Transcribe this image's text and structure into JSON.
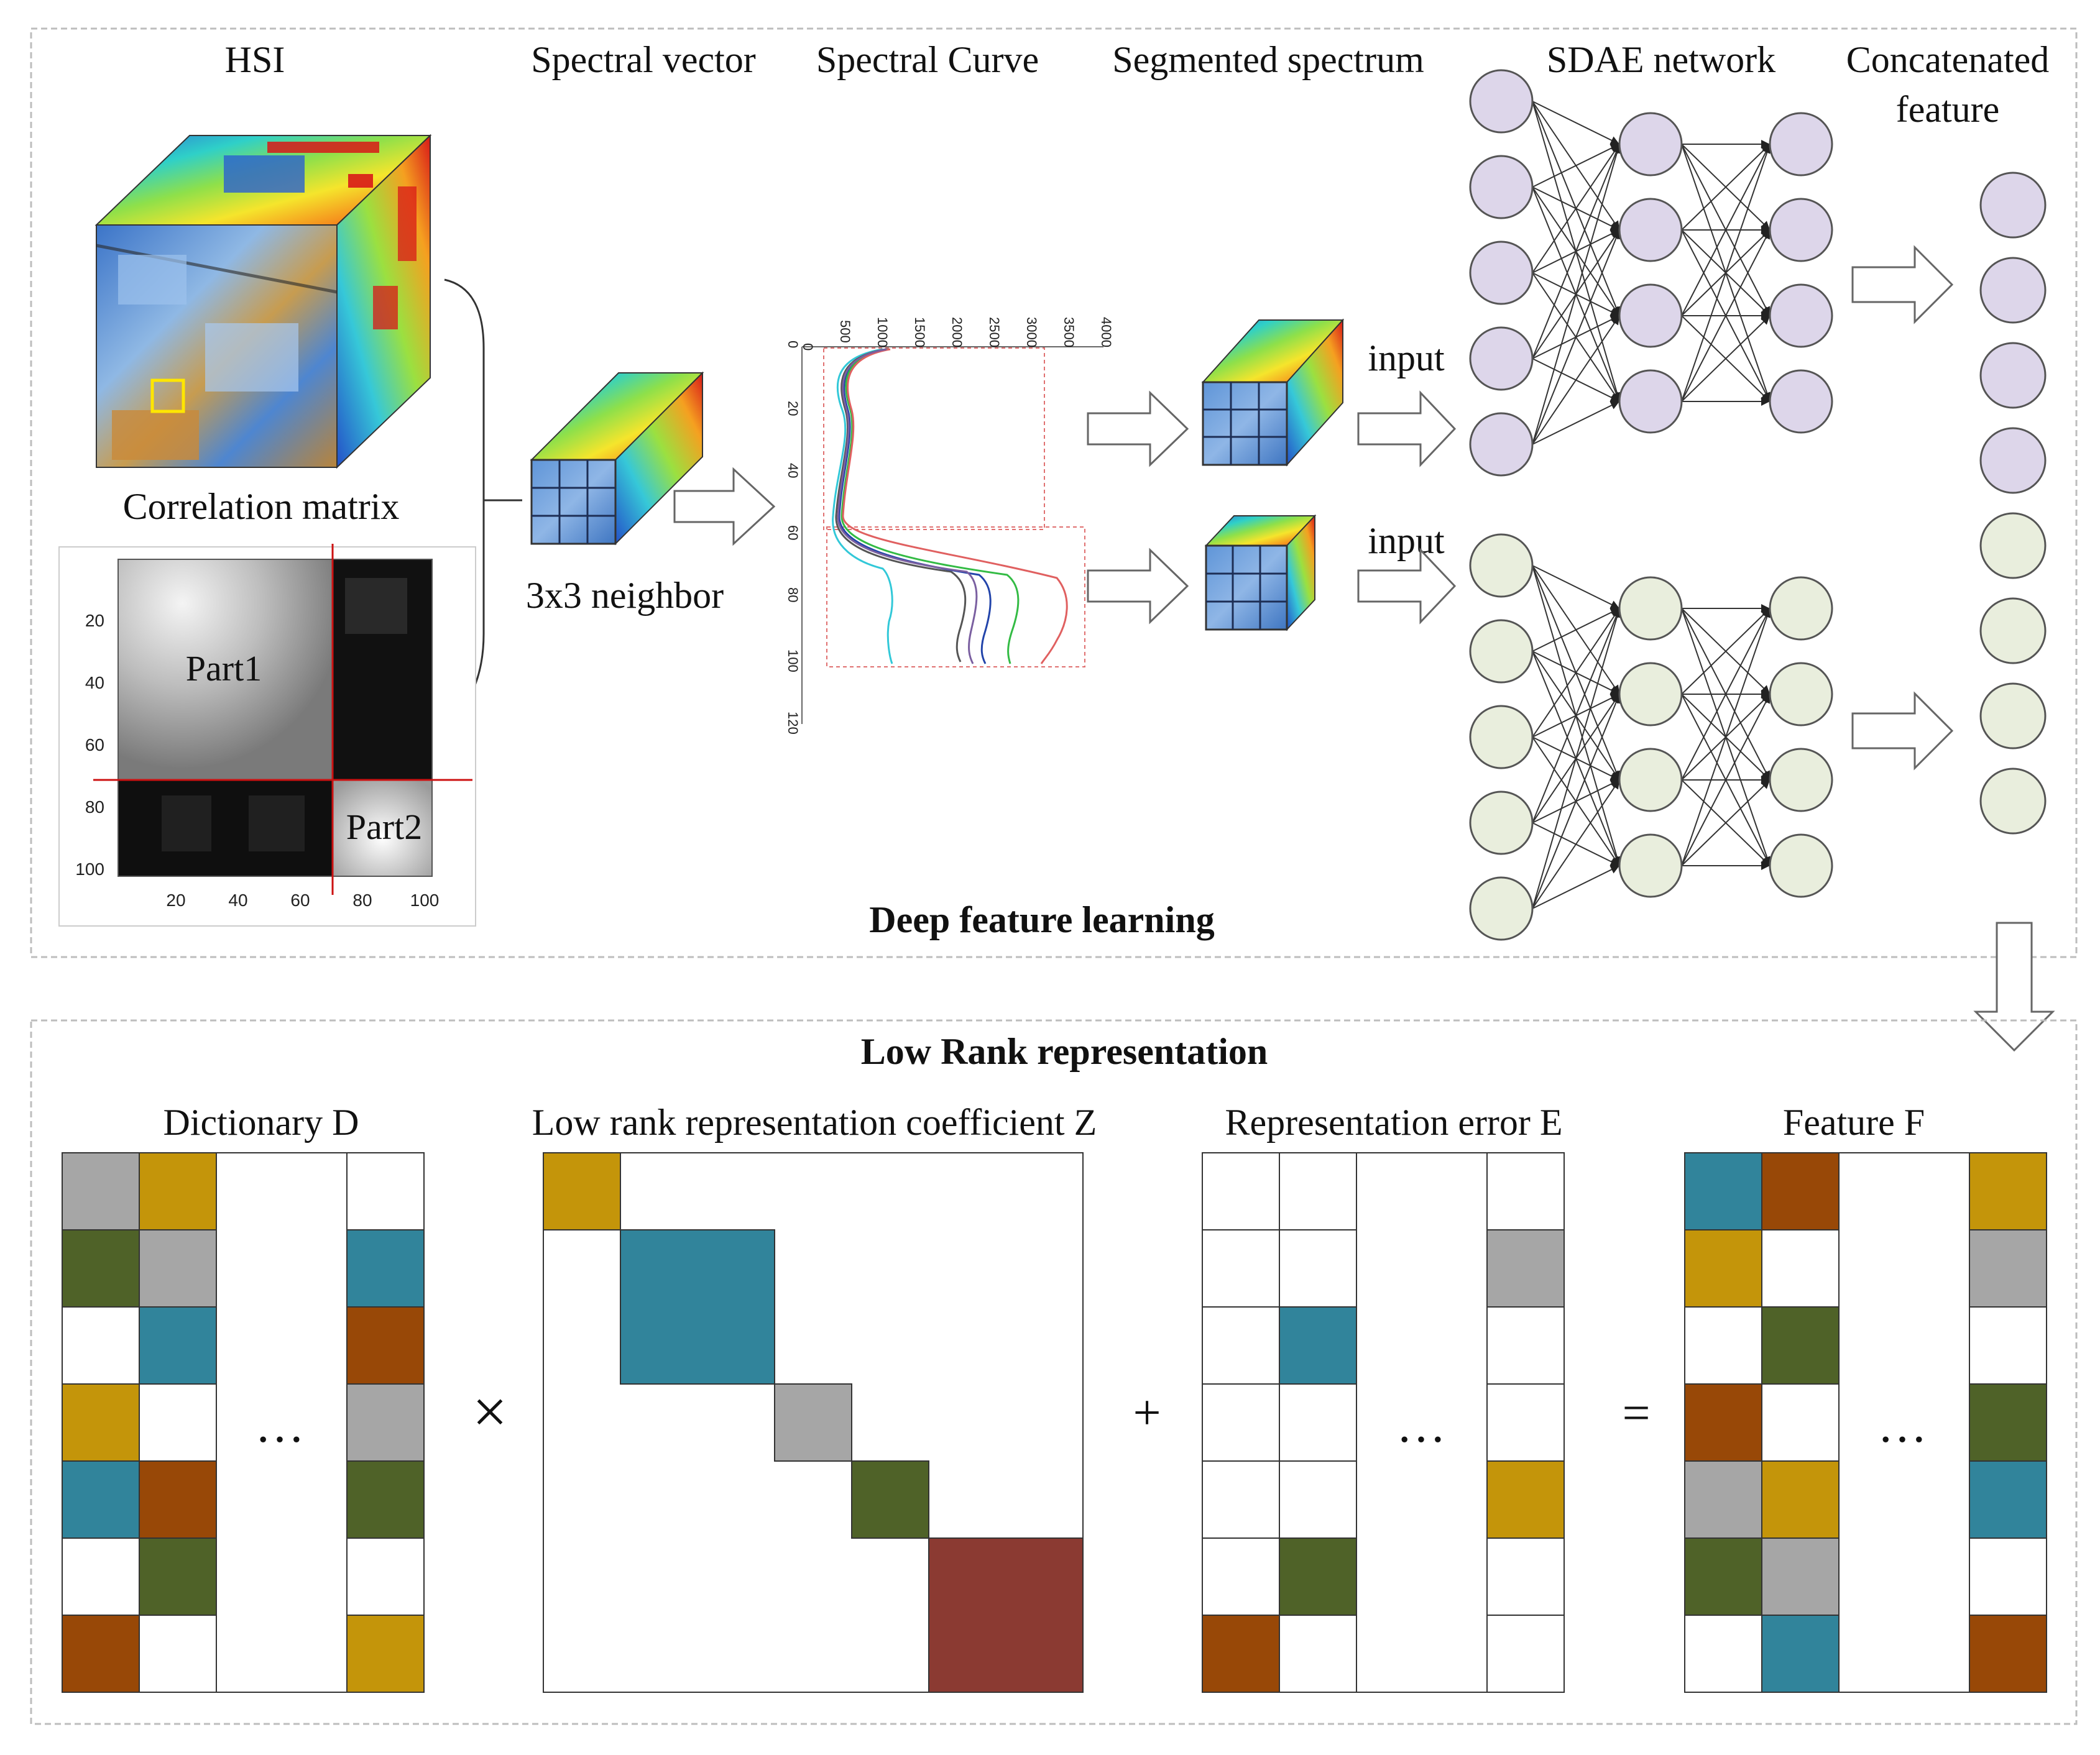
{
  "panel_top": {
    "labels": {
      "hsi": "HSI",
      "spectral_vector": "Spectral vector",
      "spectral_curve": "Spectral Curve",
      "segmented_spectrum": "Segmented spectrum",
      "sdae_network": "SDAE network",
      "concatenated_1": "Concatenated",
      "concatenated_2": "feature",
      "correlation_matrix": "Correlation matrix",
      "neighbor": "3x3 neighbor",
      "input_top": "input",
      "input_bottom": "input",
      "part1": "Part1",
      "part2": "Part2",
      "caption": "Deep feature learning"
    },
    "corr_ticks": {
      "y": [
        "20",
        "40",
        "60",
        "80",
        "100"
      ],
      "x": [
        "20",
        "40",
        "60",
        "80",
        "100"
      ]
    },
    "curve_ticks": {
      "top": [
        "0",
        "500",
        "1000",
        "1500",
        "2000",
        "2500",
        "3000",
        "3500",
        "4000"
      ],
      "left": [
        "0",
        "20",
        "40",
        "60",
        "80",
        "100",
        "120"
      ]
    },
    "colors": {
      "upper_net_node": "#ddd6ea",
      "lower_net_node": "#e9eedd",
      "node_stroke": "#555555",
      "corr_split_line": "#cc1111",
      "curve_box": "#e07070"
    }
  },
  "panel_bottom": {
    "labels": {
      "title": "Low Rank representation",
      "dictionary": "Dictionary D",
      "coefficient": "Low rank representation coefficient Z",
      "error": "Representation error  E",
      "feature": "Feature F",
      "times": "×",
      "plus": "+",
      "equals": "=",
      "dots_d": "…",
      "dots_e": "…",
      "dots_f": "…"
    },
    "colors": {
      "gray": "#a6a6a6",
      "gold": "#c4950a",
      "olive": "#4f6228",
      "teal": "#31849b",
      "rust": "#984807",
      "maroon": "#8b3a32",
      "white": "#ffffff"
    },
    "dictionary_cells": [
      [
        "gray",
        "gold",
        "white"
      ],
      [
        "olive",
        "gray",
        "teal"
      ],
      [
        "white",
        "teal",
        "rust"
      ],
      [
        "gold",
        "white",
        "gray"
      ],
      [
        "teal",
        "rust",
        "olive"
      ],
      [
        "white",
        "olive",
        "white"
      ],
      [
        "rust",
        "white",
        "gold"
      ]
    ],
    "error_cells": [
      [
        "white",
        "white",
        "white"
      ],
      [
        "white",
        "white",
        "gray"
      ],
      [
        "white",
        "teal",
        "white"
      ],
      [
        "white",
        "white",
        "white"
      ],
      [
        "white",
        "white",
        "gold"
      ],
      [
        "white",
        "olive",
        "white"
      ],
      [
        "rust",
        "white",
        "white"
      ]
    ],
    "feature_cells": [
      [
        "teal",
        "rust",
        "gold"
      ],
      [
        "gold",
        "white",
        "gray"
      ],
      [
        "white",
        "olive",
        "white"
      ],
      [
        "rust",
        "white",
        "olive"
      ],
      [
        "gray",
        "gold",
        "teal"
      ],
      [
        "olive",
        "gray",
        "white"
      ],
      [
        "white",
        "teal",
        "rust"
      ]
    ],
    "coefficient_blocks": [
      "gold",
      "teal",
      "gray",
      "olive",
      "maroon"
    ]
  }
}
